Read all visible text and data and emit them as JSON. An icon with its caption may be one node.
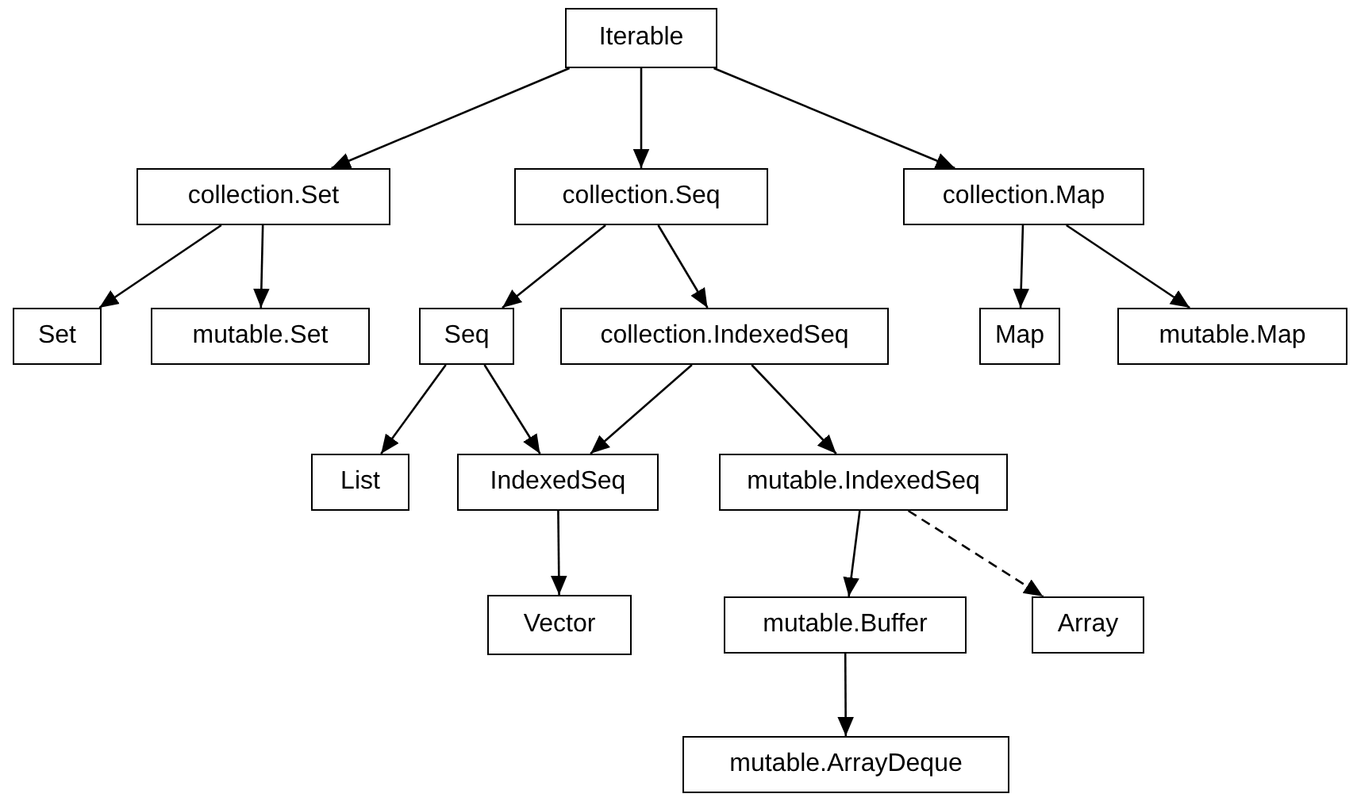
{
  "diagram": {
    "nodes": [
      {
        "text": [
          "Iterable"
        ]
      },
      {
        "text": [
          "collection.Set"
        ]
      },
      {
        "text": [
          "collection.Seq"
        ]
      },
      {
        "text": [
          "collection.Map"
        ]
      },
      {
        "text": [
          "Set"
        ]
      },
      {
        "text": [
          "mutable.Set"
        ]
      },
      {
        "text": [
          "Seq"
        ]
      },
      {
        "text": [
          "collection.IndexedSeq"
        ]
      },
      {
        "text": [
          "Map"
        ]
      },
      {
        "text": [
          "mutable.Map"
        ]
      },
      {
        "text": [
          "List"
        ]
      },
      {
        "text": [
          "IndexedSeq"
        ]
      },
      {
        "text": [
          "mutable.IndexedSeq"
        ]
      },
      {
        "text": [
          "Vector"
        ]
      },
      {
        "text": [
          "mutable.Buffer"
        ]
      },
      {
        "text": [
          "Array"
        ]
      },
      {
        "text": [
          "mutable.ArrayDeque"
        ]
      }
    ],
    "edges": [
      {
        "from": 0,
        "to": 1,
        "arrow": "to"
      },
      {
        "from": 0,
        "to": 2,
        "arrow": "to"
      },
      {
        "from": 0,
        "to": 3,
        "arrow": "to"
      },
      {
        "from": 1,
        "to": 4,
        "arrow": "to"
      },
      {
        "from": 1,
        "to": 5,
        "arrow": "to"
      },
      {
        "from": 2,
        "to": 6,
        "arrow": "to"
      },
      {
        "from": 2,
        "to": 7,
        "arrow": "to"
      },
      {
        "from": 3,
        "to": 8,
        "arrow": "to"
      },
      {
        "from": 3,
        "to": 9,
        "arrow": "to"
      },
      {
        "from": 6,
        "to": 10,
        "arrow": "to"
      },
      {
        "from": 6,
        "to": 11,
        "arrow": "to"
      },
      {
        "from": 7,
        "to": 11,
        "arrow": "to"
      },
      {
        "from": 7,
        "to": 12,
        "arrow": "to"
      },
      {
        "from": 11,
        "to": 13,
        "arrow": "to"
      },
      {
        "from": 12,
        "to": 14,
        "arrow": "to"
      },
      {
        "from": 12,
        "to": 15,
        "arrow": "to",
        "style": "dashed"
      },
      {
        "from": 14,
        "to": 16,
        "arrow": "to"
      }
    ]
  }
}
